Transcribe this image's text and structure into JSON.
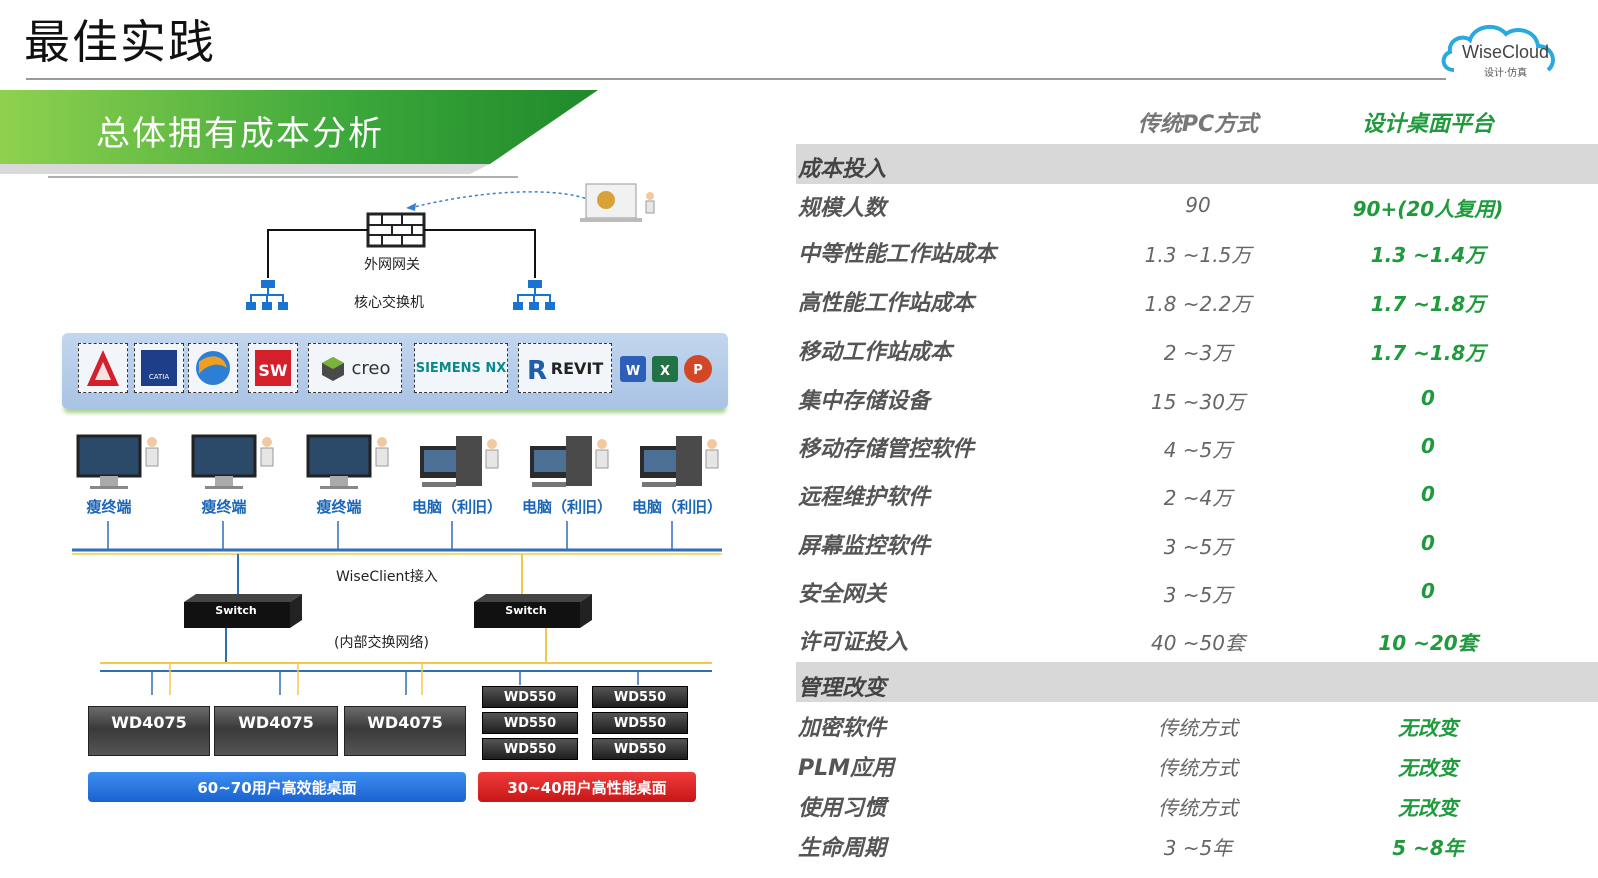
{
  "header": {
    "title": "最佳实践",
    "logo_text": "WiseCloud",
    "logo_sub": "设计·仿真"
  },
  "banner": {
    "title": "总体拥有成本分析"
  },
  "diagram": {
    "gateway_label": "外网网关",
    "core_switch_label": "核心交换机",
    "apps": [
      "creo",
      "SIEMENS NX",
      "REVIT"
    ],
    "terminals": [
      "瘦终端",
      "瘦终端",
      "瘦终端",
      "电脑（利旧）",
      "电脑（利旧）",
      "电脑（利旧）"
    ],
    "access_label": "WiseClient接入",
    "switch_label": "Switch",
    "internal_net_label": "(内部交换网络)",
    "big_servers": [
      "WD4075",
      "WD4075",
      "WD4075"
    ],
    "small_servers": [
      "WD550",
      "WD550",
      "WD550",
      "WD550",
      "WD550",
      "WD550"
    ],
    "pill_blue": "60~70用户高效能桌面",
    "pill_red": "30~40用户高性能桌面",
    "colors": {
      "green": "#2e9b2e",
      "blue": "#1a6fd8",
      "red": "#e02020",
      "bus": "#2f6fb5",
      "yellow": "#f2c94c"
    }
  },
  "table": {
    "col_pc": "传统PC方式",
    "col_desktop": "设计桌面平台",
    "section_cost": "成本投入",
    "cost_rows": [
      {
        "label": "规模人数",
        "pc": "90",
        "desktop": "90+(20人复用)"
      },
      {
        "label": "中等性能工作站成本",
        "pc": "1.3 ~1.5万",
        "desktop": "1.3 ~1.4万"
      },
      {
        "label": "高性能工作站成本",
        "pc": "1.8 ~2.2万",
        "desktop": "1.7 ~1.8万"
      },
      {
        "label": "移动工作站成本",
        "pc": "2 ~3万",
        "desktop": "1.7 ~1.8万"
      },
      {
        "label": "集中存储设备",
        "pc": "15 ~30万",
        "desktop": "0"
      },
      {
        "label": "移动存储管控软件",
        "pc": "4 ~5万",
        "desktop": "0"
      },
      {
        "label": "远程维护软件",
        "pc": "2 ~4万",
        "desktop": "0"
      },
      {
        "label": "屏幕监控软件",
        "pc": "3 ~5万",
        "desktop": "0"
      },
      {
        "label": "安全网关",
        "pc": "3 ~5万",
        "desktop": "0"
      },
      {
        "label": "许可证投入",
        "pc": "40 ~50套",
        "desktop": "10 ~20套"
      }
    ],
    "section_mgmt": "管理改变",
    "mgmt_rows": [
      {
        "label": "加密软件",
        "pc": "传统方式",
        "desktop": "无改变"
      },
      {
        "label": "PLM应用",
        "pc": "传统方式",
        "desktop": "无改变"
      },
      {
        "label": "使用习惯",
        "pc": "传统方式",
        "desktop": "无改变"
      },
      {
        "label": "生命周期",
        "pc": "3 ~5年",
        "desktop": "5 ~8年"
      }
    ]
  }
}
